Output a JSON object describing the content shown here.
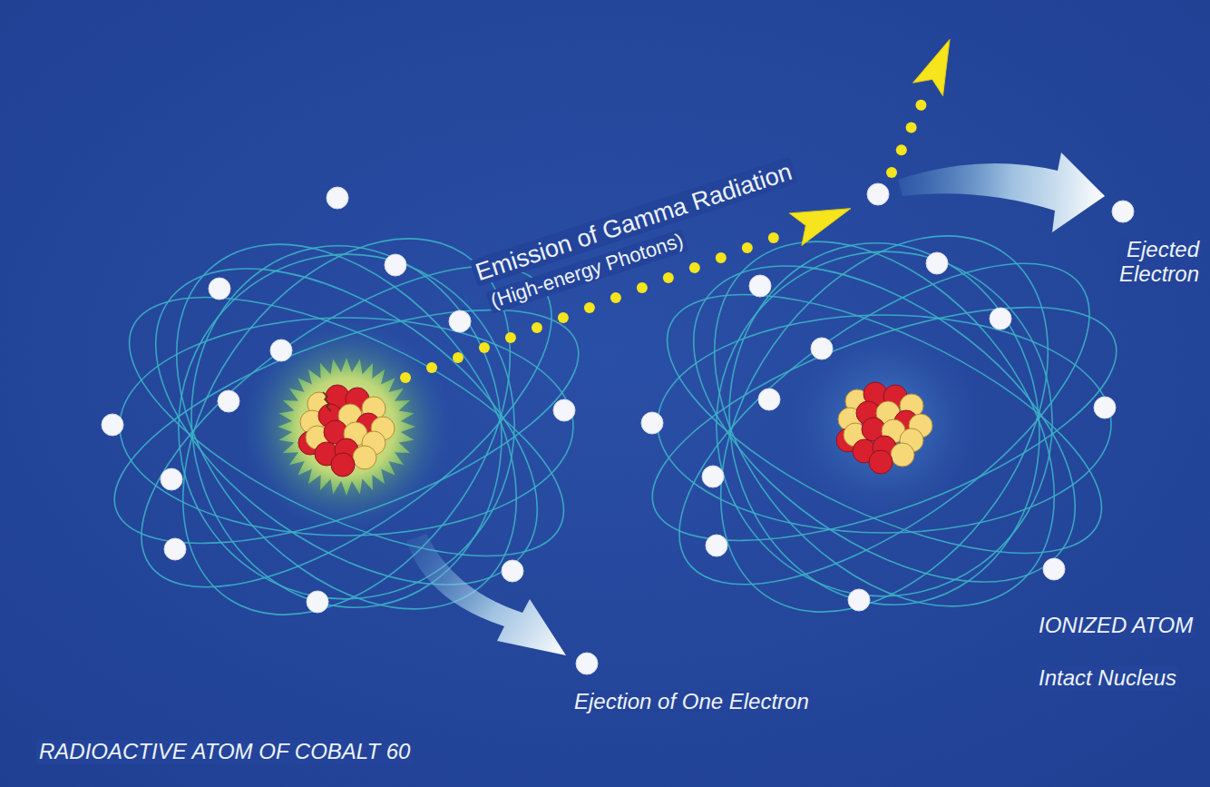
{
  "diagram": {
    "labels": [
      "Emission of Gamma Radiation",
      "(High-energy Photons)",
      "Ejected Electron",
      "Ejection of One Electron",
      "IONIZED ATOM",
      "Intact Nucleus",
      "RADIOACTIVE ATOM OF COBALT 60"
    ]
  }
}
